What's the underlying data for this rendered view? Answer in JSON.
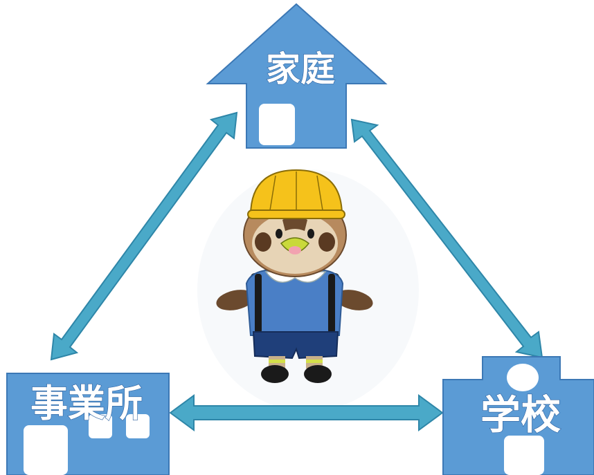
{
  "nodes": {
    "home": {
      "label": "家庭"
    },
    "office": {
      "label": "事業所"
    },
    "school": {
      "label": "学校"
    }
  },
  "colors": {
    "building_fill": "#5b9bd5",
    "building_stroke": "#3c78b5",
    "arrow_fill": "#4aa9c8",
    "arrow_stroke": "#2e86a8",
    "window": "#ffffff"
  },
  "mascot": {
    "description_icon": "bird-mascot-with-yellow-helmet-and-backpack"
  }
}
